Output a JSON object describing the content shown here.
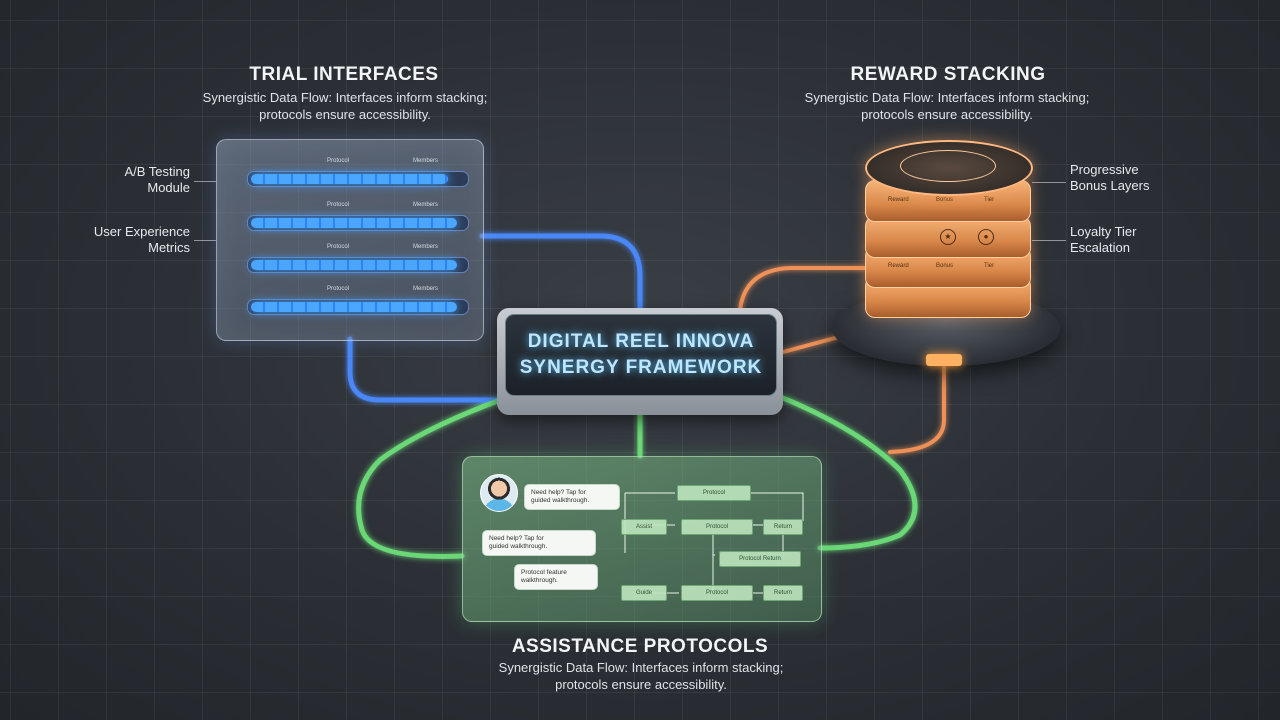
{
  "trial": {
    "title": "TRIAL INTERFACES",
    "subtitle": "Synergistic Data Flow: Interfaces inform stacking;\nprotocols ensure accessibility.",
    "label_ab": "A/B Testing\nModule",
    "label_ux": "User Experience\nMetrics",
    "bars": [
      {
        "cap_left": "Protocol",
        "cap_right": "Members",
        "fill": 0.93
      },
      {
        "cap_left": "Protocol",
        "cap_right": "Members",
        "fill": 0.97
      },
      {
        "cap_left": "Protocol",
        "cap_right": "Members",
        "fill": 0.97
      },
      {
        "cap_left": "Protocol",
        "cap_right": "Members",
        "fill": 0.97
      }
    ]
  },
  "reward": {
    "title": "REWARD STACKING",
    "subtitle": "Synergistic Data Flow: Interfaces inform stacking;\nprotocols ensure accessibility.",
    "label_bonus": "Progressive\nBonus Layers",
    "label_loyalty": "Loyalty Tier\nEscalation",
    "disc_labels": [
      "Reward",
      "Bonus",
      "Tier",
      "Reward",
      "Bonus",
      "Tier"
    ]
  },
  "center": {
    "line1": "DIGITAL REEL INNOVA",
    "line2": "SYNERGY FRAMEWORK"
  },
  "assist": {
    "title": "ASSISTANCE PROTOCOLS",
    "subtitle": "Synergistic Data Flow: Interfaces inform stacking;\nprotocols ensure accessibility.",
    "bubbles": [
      "Need help? Tap for\nguided walkthrough.",
      "Need help? Tap for\nguided walkthrough.",
      "Protocol feature\nwalkthrough."
    ],
    "flow": {
      "top": "Protocol",
      "start": "Assist",
      "mid": "Protocol",
      "right": "Return",
      "proto_return": "Protocol   Return",
      "end1": "Guide",
      "end2": "Protocol",
      "end3": "Return"
    }
  },
  "colors": {
    "blue_flow": "#4a8cff",
    "green_flow": "#6ee07a",
    "orange_flow": "#ff9a5a"
  }
}
